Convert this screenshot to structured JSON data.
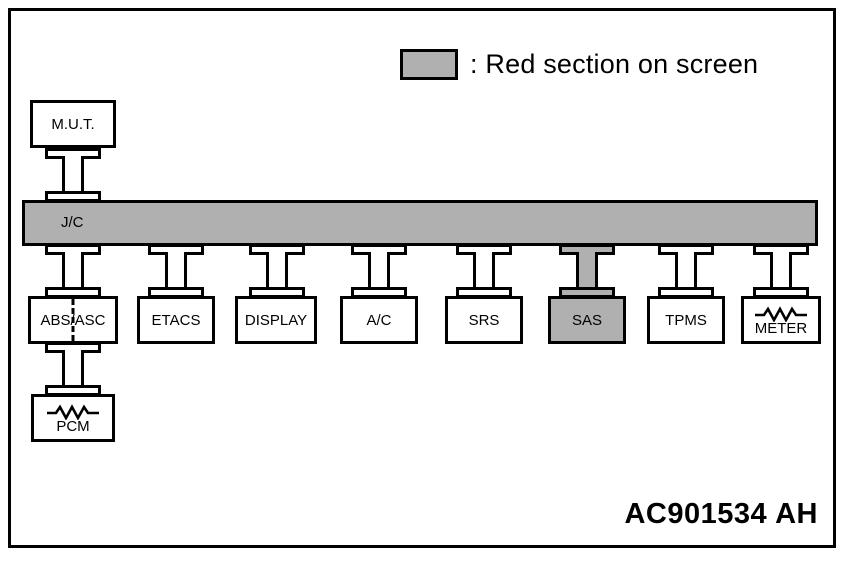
{
  "legend": {
    "swatch_color": "#b0b0b0",
    "text": ": Red section on screen"
  },
  "diagram": {
    "bus": {
      "label": "J/C",
      "fill": "#b0b0b0"
    },
    "top_node": {
      "label": "M.U.T."
    },
    "devices": [
      {
        "label": "ABS/ASC",
        "highlighted": false,
        "has_divider": true,
        "has_resistor": false
      },
      {
        "label": "ETACS",
        "highlighted": false,
        "has_divider": false,
        "has_resistor": false
      },
      {
        "label": "DISPLAY",
        "highlighted": false,
        "has_divider": false,
        "has_resistor": false
      },
      {
        "label": "A/C",
        "highlighted": false,
        "has_divider": false,
        "has_resistor": false
      },
      {
        "label": "SRS",
        "highlighted": false,
        "has_divider": false,
        "has_resistor": false
      },
      {
        "label": "SAS",
        "highlighted": true,
        "has_divider": false,
        "has_resistor": false
      },
      {
        "label": "TPMS",
        "highlighted": false,
        "has_divider": false,
        "has_resistor": false
      },
      {
        "label": "METER",
        "highlighted": false,
        "has_divider": false,
        "has_resistor": true
      }
    ],
    "bottom_node": {
      "label": "PCM",
      "has_resistor": true
    }
  },
  "footer": {
    "code": "AC901534",
    "code_suffix": "AH"
  }
}
